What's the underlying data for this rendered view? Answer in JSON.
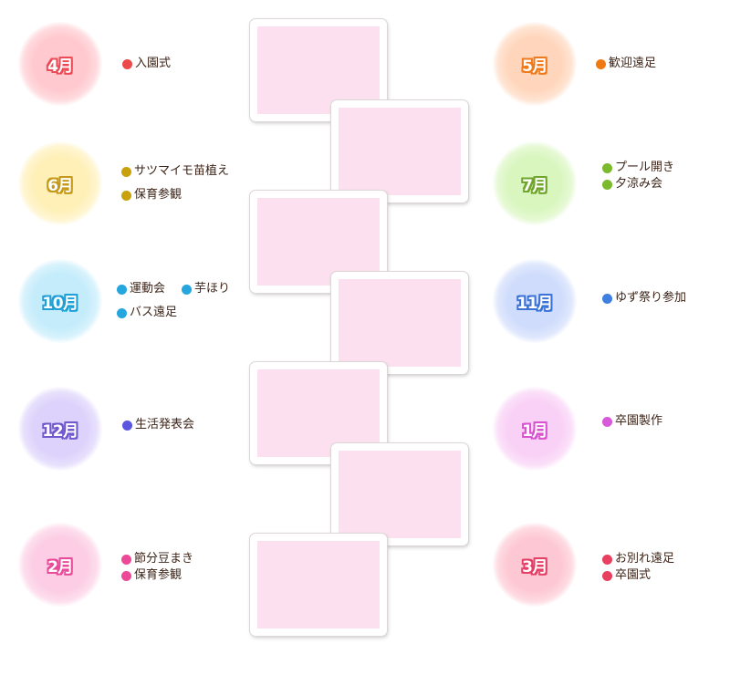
{
  "months": [
    {
      "id": "apr",
      "label": "4月",
      "color": "#ec4a57",
      "glow": "#ffc9cf",
      "events": [
        [
          "入園式"
        ]
      ],
      "bullet_colors": [
        "#ec4a4a"
      ]
    },
    {
      "id": "may",
      "label": "5月",
      "color": "#ef7a1c",
      "glow": "#ffd6bc",
      "events": [
        [
          "歓迎遠足"
        ]
      ],
      "bullet_colors": [
        "#f07810"
      ]
    },
    {
      "id": "jun",
      "label": "6月",
      "color": "#c49a18",
      "glow": "#fff0b8",
      "events": [
        [
          "サツマイモ苗植え"
        ],
        [
          "保育参観"
        ]
      ],
      "bullet_colors": [
        "#c9a10c",
        "#c9a10c"
      ]
    },
    {
      "id": "jul",
      "label": "7月",
      "color": "#6ea52a",
      "glow": "#d9f6bf",
      "events": [
        [
          "プール開き"
        ],
        [
          "夕涼み会"
        ]
      ],
      "bullet_colors": [
        "#7bba2c",
        "#7bba2c"
      ]
    },
    {
      "id": "oct",
      "label": "10月",
      "color": "#1f9fd6",
      "glow": "#c4ecfb",
      "events": [
        [
          "運動会",
          "芋ほり"
        ],
        [
          "バス遠足"
        ]
      ],
      "bullet_colors": [
        "#25a6de",
        "#25a6de"
      ]
    },
    {
      "id": "nov",
      "label": "11月",
      "color": "#3b72d5",
      "glow": "#cfdcfb",
      "events": [
        [
          "ゆず祭り参加"
        ]
      ],
      "bullet_colors": [
        "#3f7fe0"
      ]
    },
    {
      "id": "dec",
      "label": "12月",
      "color": "#7058cf",
      "glow": "#dcd2fb",
      "events": [
        [
          "生活発表会"
        ]
      ],
      "bullet_colors": [
        "#5a56e0"
      ]
    },
    {
      "id": "jan",
      "label": "1月",
      "color": "#d953d0",
      "glow": "#f9d0f6",
      "events": [
        [
          "卒園製作"
        ]
      ],
      "bullet_colors": [
        "#d85ad8"
      ]
    },
    {
      "id": "feb",
      "label": "2月",
      "color": "#e84b9a",
      "glow": "#fccde4",
      "events": [
        [
          "節分豆まき"
        ],
        [
          "保育参観"
        ]
      ],
      "bullet_colors": [
        "#ec4a97",
        "#ec4a97"
      ]
    },
    {
      "id": "mar",
      "label": "3月",
      "color": "#e43f66",
      "glow": "#fdc8d3",
      "events": [
        [
          "お別れ遠足"
        ],
        [
          "卒園式"
        ]
      ],
      "bullet_colors": [
        "#e8405e",
        "#e8405e"
      ]
    }
  ]
}
